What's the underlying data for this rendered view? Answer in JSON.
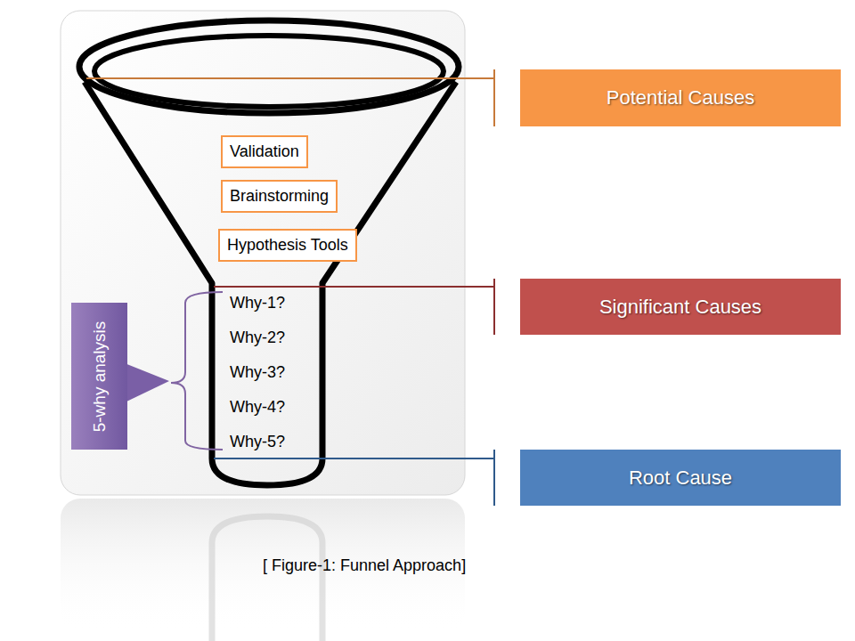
{
  "diagram": {
    "caption": "[ Figure-1: Funnel Approach]",
    "nodes": [
      {
        "text": [
          "Potential Causes"
        ]
      },
      {
        "text": [
          "Validation"
        ]
      },
      {
        "text": [
          "Brainstorming"
        ]
      },
      {
        "text": [
          "Hypothesis Tools"
        ]
      },
      {
        "text": [
          "Significant Causes"
        ]
      },
      {
        "text": [
          "5-why analysis"
        ]
      },
      {
        "text": [
          "Root Cause"
        ]
      }
    ],
    "labels": [
      "Why-1?",
      "Why-2?",
      "Why-3?",
      "Why-4?",
      "Why-5?"
    ]
  }
}
